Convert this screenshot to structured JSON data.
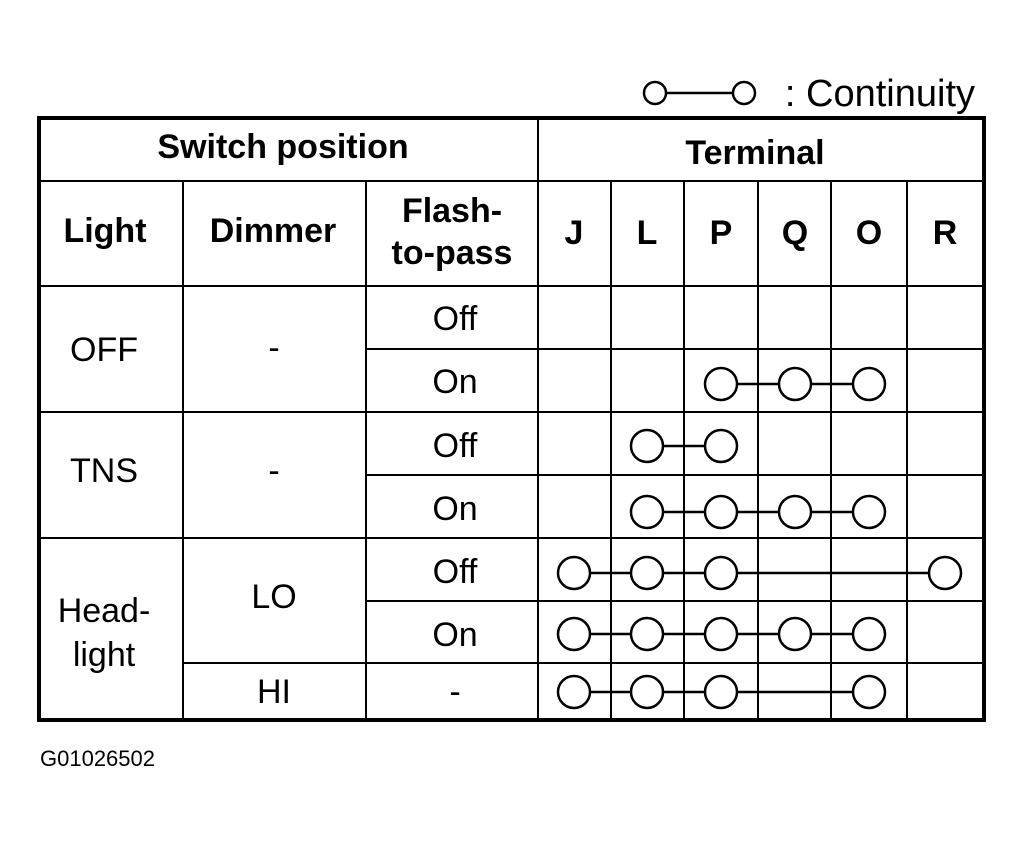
{
  "legend": {
    "label": ": Continuity"
  },
  "table": {
    "group_headers": {
      "switch_position": "Switch position",
      "terminal": "Terminal"
    },
    "column_headers": {
      "light": "Light",
      "dimmer": "Dimmer",
      "flash_line1": "Flash-",
      "flash_line2": "to-pass"
    },
    "terminals": [
      "J",
      "L",
      "P",
      "Q",
      "O",
      "R"
    ],
    "light_groups": [
      {
        "lines": [
          "OFF"
        ]
      },
      {
        "lines": [
          "TNS"
        ]
      },
      {
        "lines": [
          "Head-",
          "light"
        ]
      }
    ],
    "dimmer_cells": [
      "-",
      "-",
      "LO",
      "HI"
    ],
    "flash_cells": [
      "Off",
      "On",
      "Off",
      "On",
      "Off",
      "On",
      "-"
    ],
    "continuity": [
      [],
      [
        "P",
        "Q",
        "O"
      ],
      [
        "L",
        "P"
      ],
      [
        "L",
        "P",
        "Q",
        "O"
      ],
      [
        "J",
        "L",
        "P",
        "R"
      ],
      [
        "J",
        "L",
        "P",
        "Q",
        "O"
      ],
      [
        "J",
        "L",
        "P",
        "O"
      ]
    ]
  },
  "figure_id": "G01026502"
}
